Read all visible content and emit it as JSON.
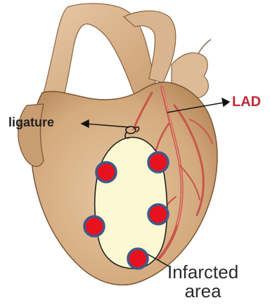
{
  "labels": {
    "ligature": "ligature",
    "lad": "LAD",
    "infarct_line1": "Infarcted",
    "infarct_line2": "area"
  },
  "colors": {
    "heart_fill": "#d9b48c",
    "heart_shadow": "#b88a5c",
    "heart_outline": "#7a5536",
    "infarct_fill": "#fbf8d2",
    "vessel": "#c8564a",
    "marker_fill": "#e8121e",
    "marker_ring": "#3d5a8a",
    "lad_text": "#c0293a"
  },
  "markers": [
    "marker-1",
    "marker-2",
    "marker-3",
    "marker-4",
    "marker-5",
    "marker-6"
  ]
}
